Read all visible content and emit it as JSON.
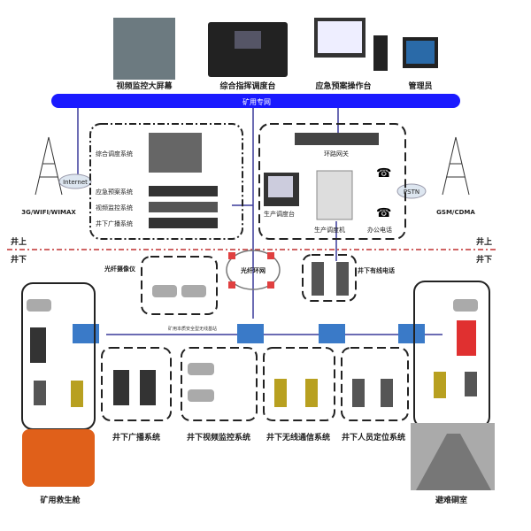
{
  "top_devices": [
    "视频监控大屏幕",
    "综合指挥调度台",
    "应急预案操作台",
    "管理员"
  ],
  "backbone": "矿用专网",
  "left_box": [
    "综合调度系统",
    "应急预案系统",
    "视频监控系统",
    "井下广播系统"
  ],
  "right_box": {
    "gateway": "环路网关",
    "console": "生产调度台",
    "switch": "生产调度机",
    "phone": "办公电话"
  },
  "clouds": {
    "internet": "Internet",
    "pstn": "PSTN",
    "ring": "光纤环网"
  },
  "towers": {
    "left": "3G/WIFI/WIMAX",
    "right": "GSM/CDMA"
  },
  "levels": {
    "above": "井上",
    "below": "井下"
  },
  "underground": {
    "camera": "光纤摄像仪",
    "wired_phone": "井下有线电话",
    "base_station": "矿用本质安全型无线基站"
  },
  "subsystems": [
    "井下广播系统",
    "井下视频监控系统",
    "井下无线通信系统",
    "井下人员定位系统"
  ],
  "capsule": "矿用救生舱",
  "refuge": "避难硐室",
  "colors": {
    "backbone": "#1a1aff",
    "line": "#3a3a9a",
    "base_station": "#3a7ac8",
    "level_line": "#c03030",
    "node": "#e04040",
    "capsule": "#e0601a"
  }
}
